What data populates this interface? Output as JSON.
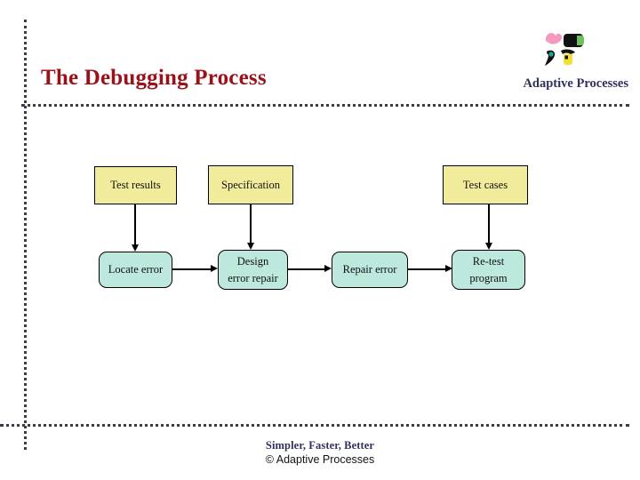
{
  "slide": {
    "title": "The Debugging Process",
    "brand": "Adaptive Processes",
    "logo_icon": "adaptive-processes-logo"
  },
  "diagram": {
    "inputs": [
      {
        "id": "test-results",
        "label": "Test results"
      },
      {
        "id": "specification",
        "label": "Specification"
      },
      {
        "id": "test-cases",
        "label": "Test cases"
      }
    ],
    "steps": [
      {
        "id": "locate-error",
        "line1": "Locate error",
        "line2": ""
      },
      {
        "id": "design-repair",
        "line1": "Design",
        "line2": "error repair"
      },
      {
        "id": "repair-error",
        "line1": "Repair error",
        "line2": ""
      },
      {
        "id": "re-test",
        "line1": "Re-test",
        "line2": "program"
      }
    ],
    "arrows": [
      {
        "id": "test-results-to-locate-error",
        "direction": "down"
      },
      {
        "id": "specification-to-design-repair",
        "direction": "down"
      },
      {
        "id": "test-cases-to-re-test",
        "direction": "down"
      },
      {
        "id": "locate-error-to-design-repair",
        "direction": "right"
      },
      {
        "id": "design-repair-to-repair-error",
        "direction": "right"
      },
      {
        "id": "repair-error-to-re-test",
        "direction": "right"
      }
    ]
  },
  "footer": {
    "tagline": "Simpler, Faster, Better",
    "copyright": "© Adaptive Processes"
  },
  "colors": {
    "title_red": "#9b1119",
    "brand_navy": "#31315e",
    "input_fill": "#f0ec9c",
    "step_fill": "#bce8dd",
    "rule": "#3c3c46",
    "stroke": "#000000"
  }
}
